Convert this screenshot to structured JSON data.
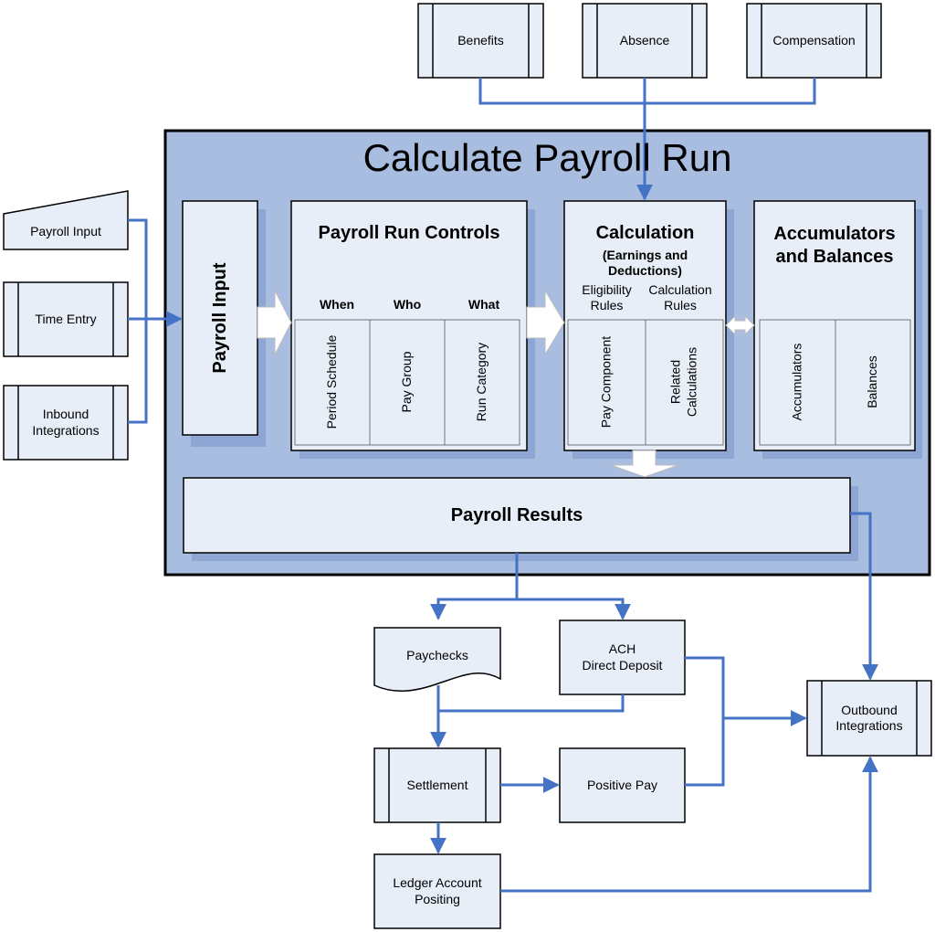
{
  "main_title": "Calculate Payroll Run",
  "sources": {
    "benefits": "Benefits",
    "absence": "Absence",
    "compensation": "Compensation"
  },
  "inputs": {
    "payroll_input": "Payroll Input",
    "time_entry": "Time Entry",
    "inbound_integrations": "Inbound\nIntegrations"
  },
  "payroll_input_stage": "Payroll Input",
  "run_controls": {
    "title": "Payroll Run Controls",
    "headers": [
      "When",
      "Who",
      "What"
    ],
    "cells": [
      "Period Schedule",
      "Pay Group",
      "Run Category"
    ]
  },
  "calculation": {
    "title": "Calculation",
    "subtitle": "(Earnings and\nDeductions)",
    "headers": [
      "Eligibility\nRules",
      "Calculation\nRules"
    ],
    "cells": [
      "Pay Component",
      "Related\nCalculations"
    ]
  },
  "accumulators": {
    "title": "Accumulators\nand Balances",
    "cells": [
      "Accumulators",
      "Balances"
    ]
  },
  "payroll_results": "Payroll Results",
  "outputs": {
    "paychecks": "Paychecks",
    "ach": "ACH\nDirect Deposit",
    "settlement": "Settlement",
    "positive_pay": "Positive Pay",
    "ledger": "Ledger Account\nPositing",
    "outbound": "Outbound\nIntegrations"
  },
  "colors": {
    "panel": "#a9bde0",
    "box": "#e8eef8",
    "connector": "#4472c4",
    "shadow": "#8ea6d4"
  }
}
